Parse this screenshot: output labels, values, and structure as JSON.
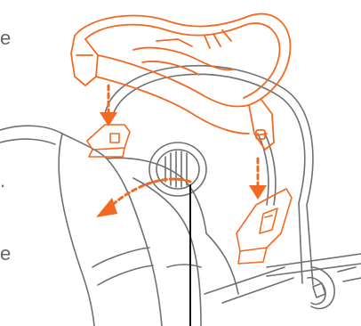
{
  "illustration": {
    "subject": "stroller-seat-bumper-bar-installation",
    "line_color": "#707070",
    "accent_color": "#F26A21",
    "cut_off_letters": [
      {
        "id": "letter-top",
        "text": "e"
      },
      {
        "id": "letter-mid",
        "text": "."
      },
      {
        "id": "letter-bottom",
        "text": "e"
      }
    ]
  }
}
